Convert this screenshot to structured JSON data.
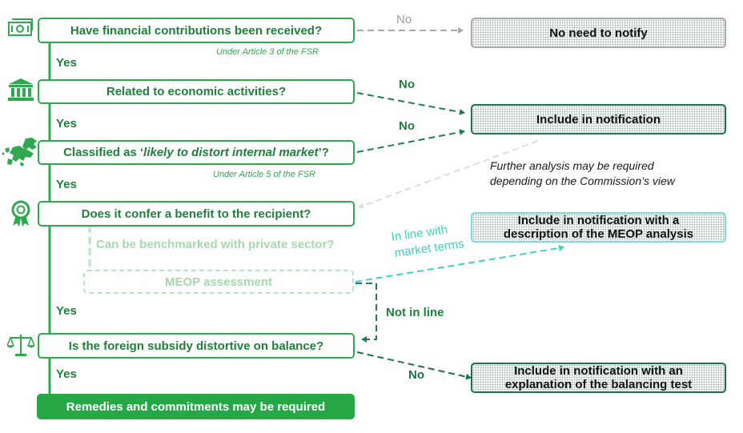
{
  "questions": {
    "q1": "Have financial contributions been received?",
    "q2": "Related to economic activities?",
    "q3_before": "Classified as ‘",
    "q3_italic": "likely to distort internal market",
    "q3_after": "’?",
    "q4": "Does it confer a benefit to the recipient?",
    "q4_sub": "Can be benchmarked with private sector?",
    "meop": "MEOP assessment",
    "q5": "Is the foreign subsidy distortive on balance?",
    "final": "Remedies and commitments may be required"
  },
  "references": {
    "article3": "Under Article 3 of the FSR",
    "article5": "Under Article 5 of the FSR"
  },
  "labels": {
    "yes": "Yes",
    "no": "No",
    "in_line_1": "In line with",
    "in_line_2": "market terms",
    "not_in_line": "Not in line"
  },
  "outcomes": {
    "no_notify": "No need to notify",
    "include": "Include in notification",
    "meop_line1": "Include in notification with a",
    "meop_line2": "description of the MEOP analysis",
    "balancing_line1": "Include in notification with an",
    "balancing_line2": "explanation of the balancing test"
  },
  "note": {
    "line1": "Further analysis may be required",
    "line2": "depending on the Commission’s view"
  },
  "icons": [
    "banknote-icon",
    "bank-building-icon",
    "europe-map-icon",
    "award-ribbon-icon",
    "scales-icon"
  ],
  "colors": {
    "green": "#2fa84f",
    "dark_green": "#1e6e50",
    "teal": "#3fd1be",
    "gray": "#a9a9a9",
    "final_fill": "#27a847"
  }
}
